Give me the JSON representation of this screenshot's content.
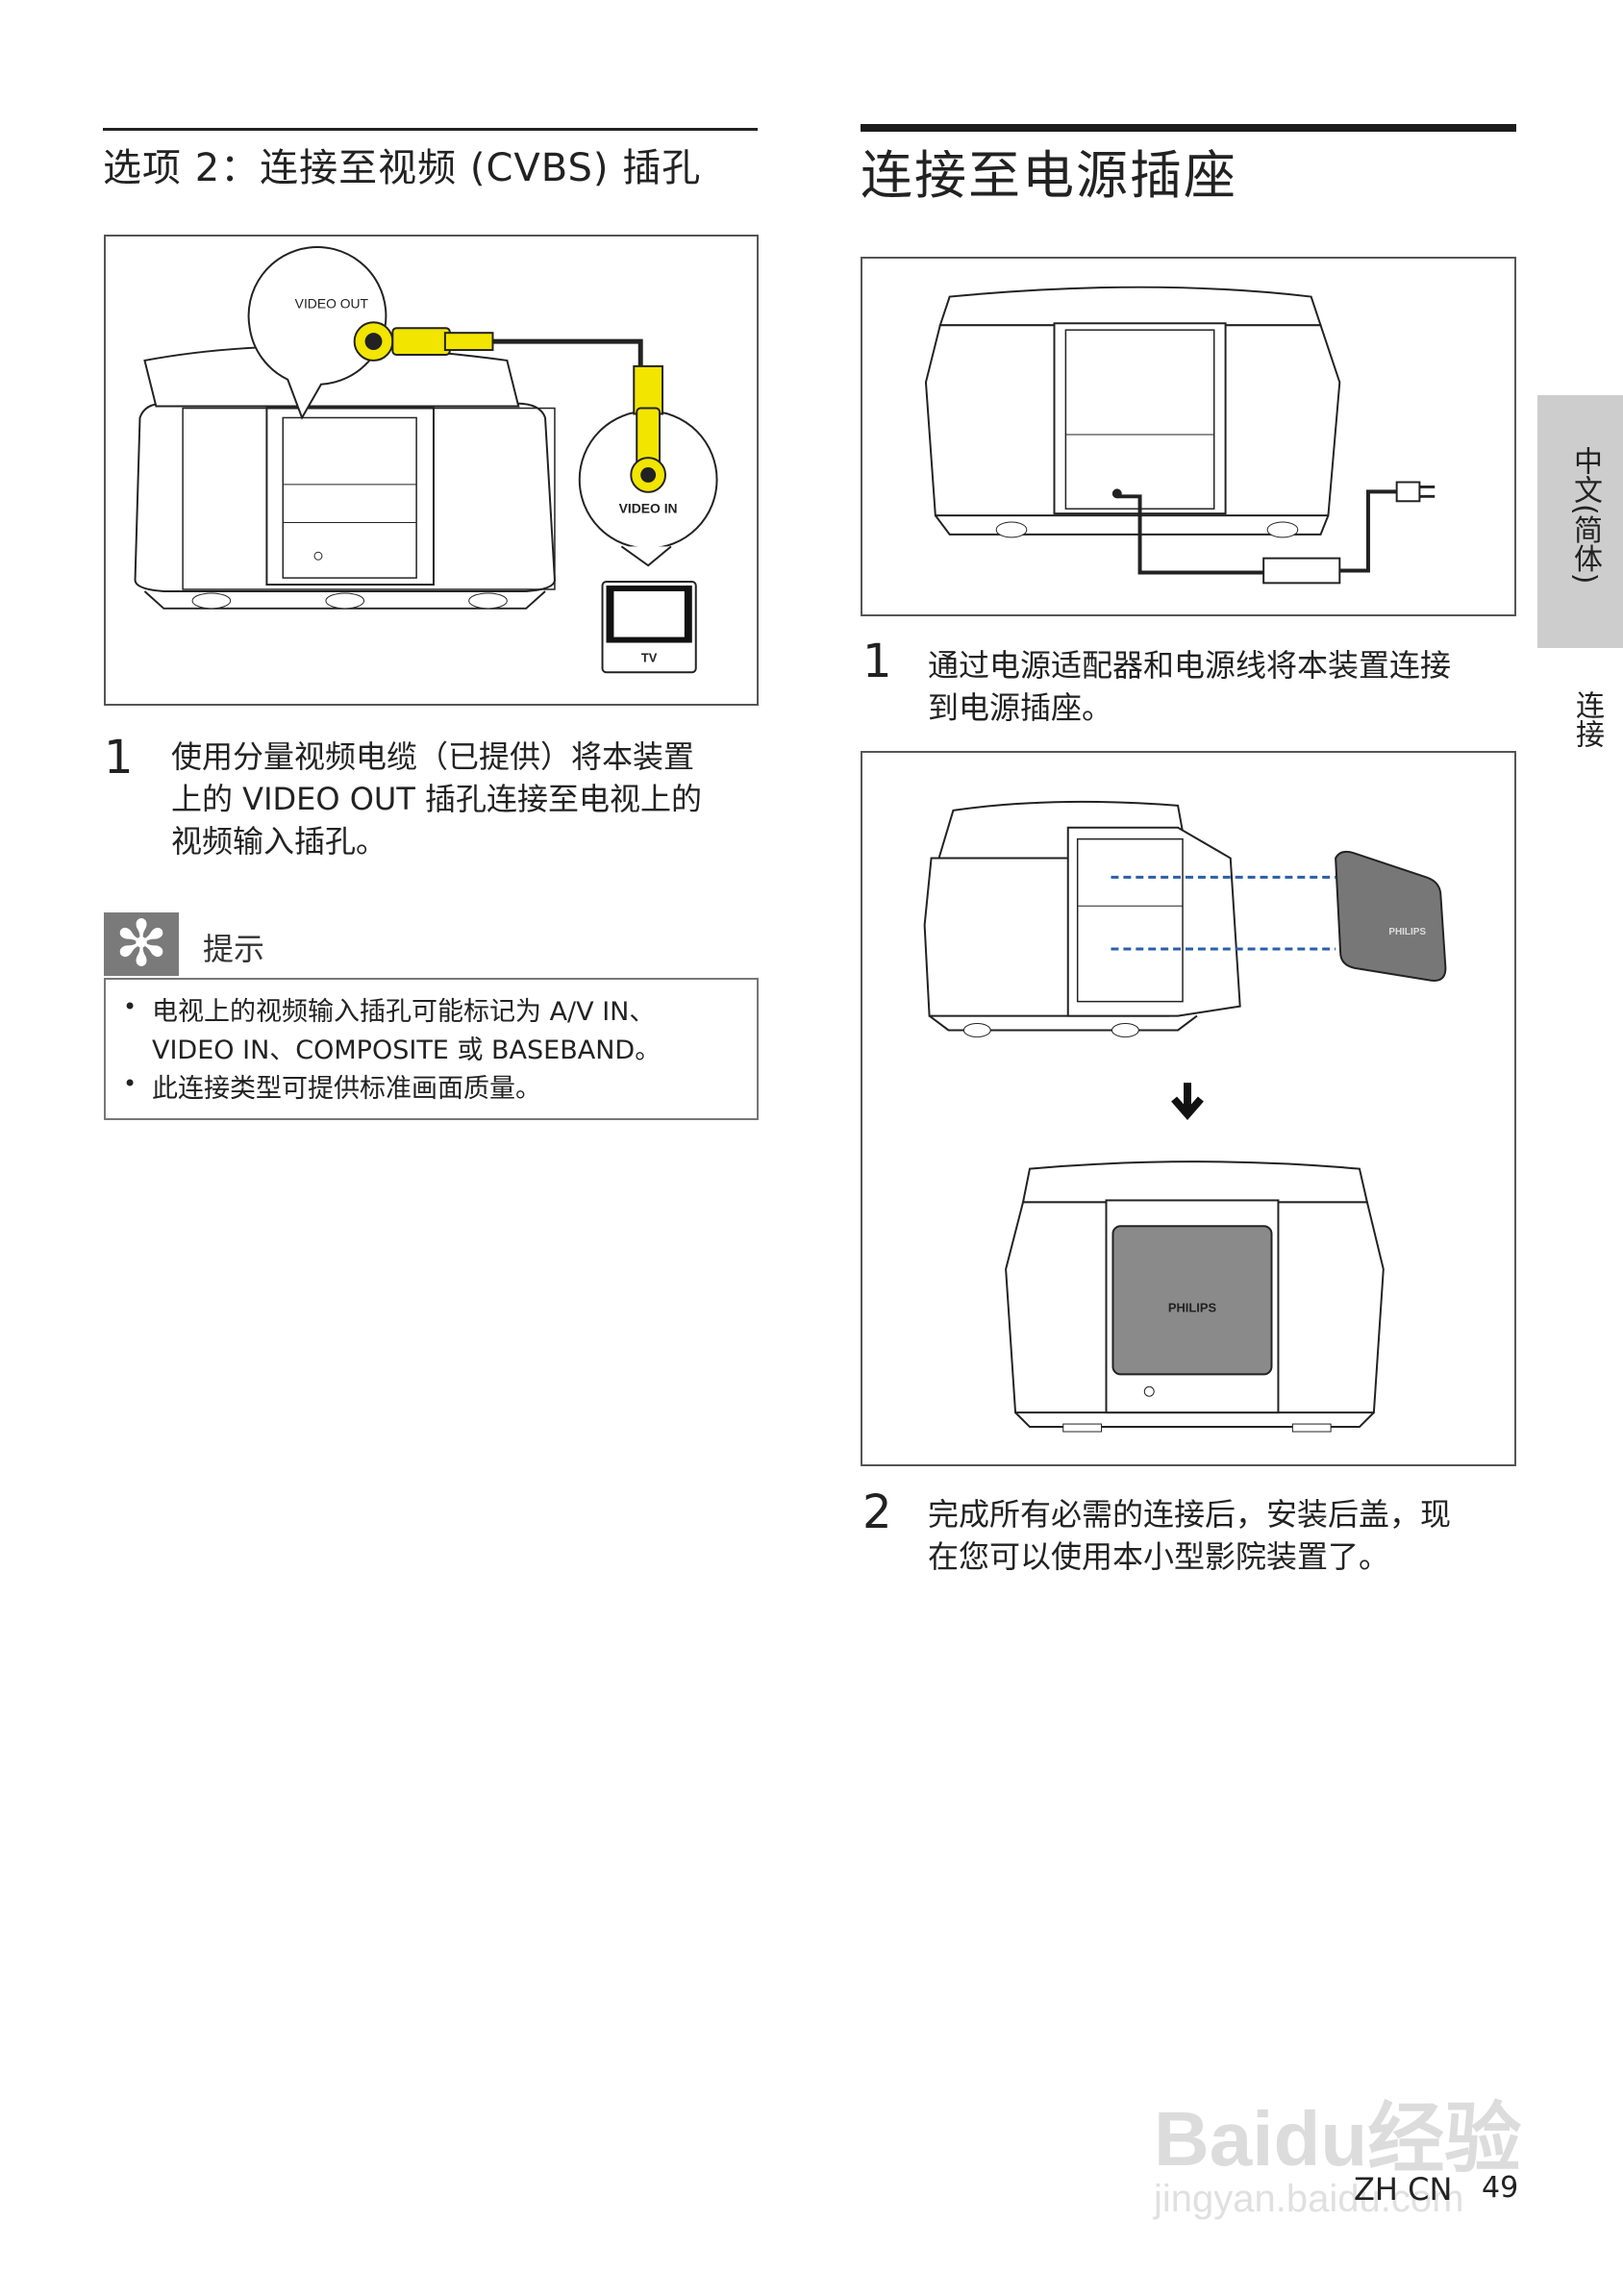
{
  "left": {
    "heading": "选项 2：连接至视频 (CVBS) 插孔",
    "figure": {
      "video_out_label": "VIDEO OUT",
      "video_in_label": "VIDEO IN",
      "tv_label": "TV"
    },
    "step1": {
      "number": "1",
      "lines": [
        "使用分量视频电缆（已提供）将本装置",
        "上的 VIDEO OUT 插孔连接至电视上的",
        "视频输入插孔。"
      ]
    },
    "tip": {
      "label": "提示",
      "items": [
        [
          "电视上的视频输入插孔可能标记为 A/V IN、",
          "VIDEO IN、COMPOSITE 或 BASEBAND。"
        ],
        [
          "此连接类型可提供标准画面质量。"
        ]
      ]
    }
  },
  "right": {
    "heading": "连接至电源插座",
    "step1": {
      "number": "1",
      "lines": [
        "通过电源适配器和电源线将本装置连接",
        "到电源插座。"
      ]
    },
    "figure3": {
      "brand_small": "PHILIPS",
      "brand_large": "PHILIPS"
    },
    "step2": {
      "number": "2",
      "lines": [
        "完成所有必需的连接后，安装后盖，现",
        "在您可以使用本小型影院装置了。"
      ]
    }
  },
  "side_tab": {
    "language": "中文(简体)",
    "section": "连接"
  },
  "footer": {
    "lang_code": "ZH CN",
    "page_number": "49"
  },
  "watermark": {
    "main": "Baidu经验",
    "sub": "jingyan.baidu.com"
  },
  "colors": {
    "cable_yellow": "#f2e500",
    "tab_gray": "#cdcdcd",
    "tip_icon_gray": "#7a7a7a",
    "cover_gray": "#8a8a8a"
  }
}
